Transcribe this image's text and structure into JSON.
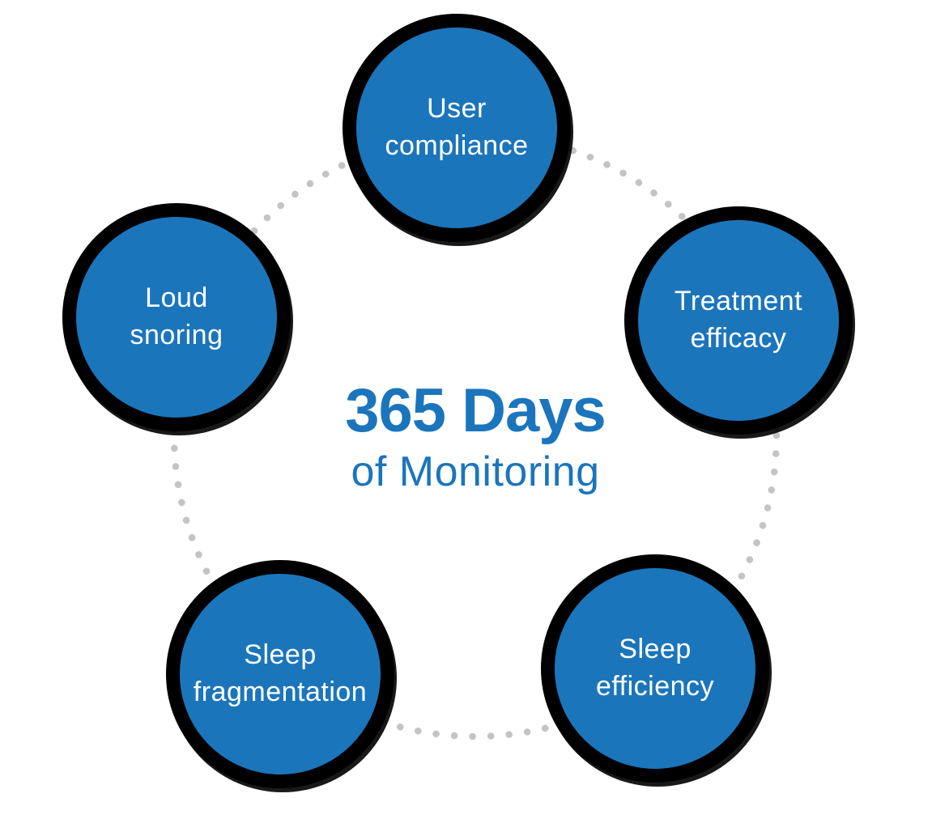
{
  "title": {
    "main": "365 Days",
    "sub": "of Monitoring"
  },
  "nodes": [
    {
      "name": "user-compliance",
      "lines": [
        "User",
        "compliance"
      ]
    },
    {
      "name": "loud-snoring",
      "lines": [
        "Loud",
        "snoring"
      ]
    },
    {
      "name": "treatment-efficacy",
      "lines": [
        "Treatment",
        "efficacy"
      ]
    },
    {
      "name": "sleep-fragmentation",
      "lines": [
        "Sleep",
        "fragmentation"
      ]
    },
    {
      "name": "sleep-efficiency",
      "lines": [
        "Sleep",
        "efficiency"
      ]
    }
  ],
  "colors": {
    "circle_fill": "#1b75bb",
    "circle_ring": "#000000",
    "dotted_ring": "#c4c4c4",
    "title_text": "#1b75bc",
    "label_text": "#ffffff",
    "background": "#ffffff"
  }
}
